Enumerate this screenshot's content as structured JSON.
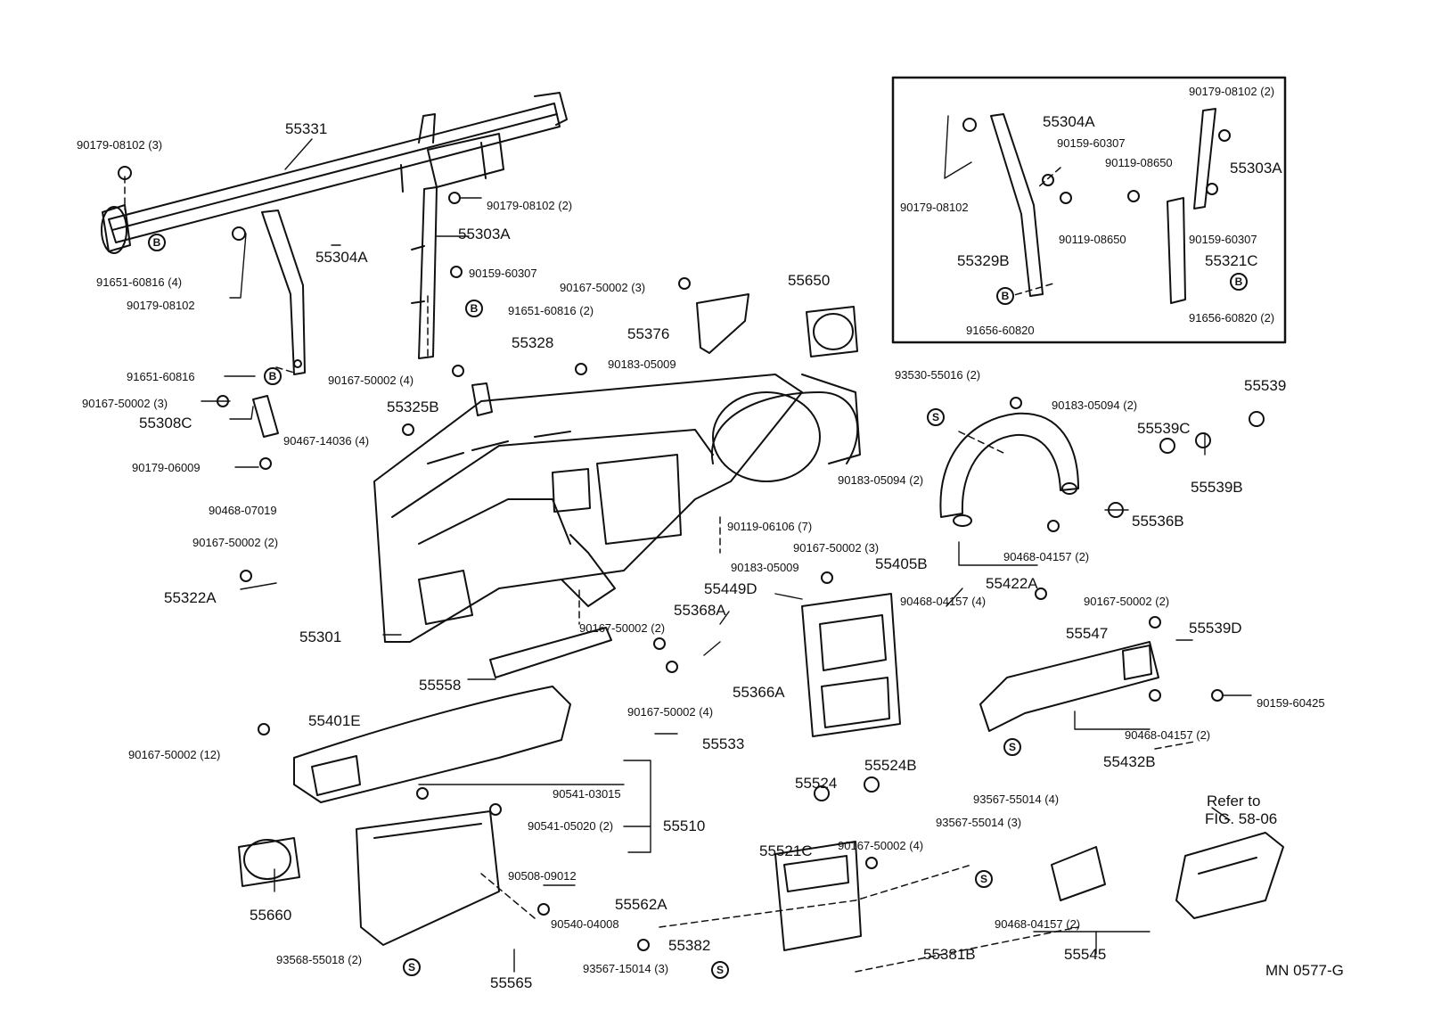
{
  "figure_code": "MN 0577-G",
  "refer_note": [
    "Refer to",
    "FIG. 58-06"
  ],
  "badges": {
    "bolt": "B",
    "screw": "S"
  },
  "colors": {
    "ink": "#111111",
    "background": "#ffffff"
  },
  "labels": {
    "l01": "90179-08102 (3)",
    "l02": "55331",
    "l03": "90179-08102 (2)",
    "l04": "55303A",
    "l05": "55304A",
    "l06": "91651-60816 (4)",
    "l07": "90179-08102",
    "l08": "90159-60307",
    "l09": "90167-50002 (3)",
    "l10": "91651-60816 (2)",
    "l11": "55376",
    "l12": "55650",
    "l13": "55328",
    "l14": "90183-05009",
    "l15": "91651-60816",
    "l16": "90167-50002 (4)",
    "l17": "90167-50002 (3)",
    "l18": "55325B",
    "l19": "55308C",
    "l20": "90467-14036 (4)",
    "l21": "90179-06009",
    "l22": "90468-07019",
    "l23": "90167-50002 (2)",
    "l24": "55322A",
    "l25": "55301",
    "l26": "90119-06106 (7)",
    "l27": "90183-05094 (2)",
    "l28": "90167-50002 (3)",
    "l29": "90183-05009",
    "l30": "55405B",
    "l31": "55449D",
    "l32": "90468-04157 (4)",
    "l33": "55368A",
    "l34": "90167-50002 (2)",
    "l35": "55558",
    "l36": "90167-50002 (4)",
    "l37": "55366A",
    "l38": "55401E",
    "l39": "90167-50002 (12)",
    "l40": "55533",
    "l41": "90541-03015",
    "l42": "90541-05020 (2)",
    "l43": "55510",
    "l44": "55660",
    "l45": "90508-09012",
    "l46": "55562A",
    "l47": "90540-04008",
    "l48": "93568-55018 (2)",
    "l49": "55565",
    "l50": "55524",
    "l51": "55524B",
    "l52": "55521C",
    "l53": "90167-50002 (4)",
    "l54": "93567-55014 (3)",
    "l55": "55382",
    "l56": "93567-15014 (3)",
    "l57": "55381B",
    "l58": "90468-04157 (2)",
    "l59": "55545",
    "l60": "93567-55014 (4)",
    "l61": "55432B",
    "l62": "90468-04157 (2)",
    "l63": "90159-60425",
    "l64": "55539D",
    "l65": "55547",
    "l66": "90167-50002 (2)",
    "l67": "55422A",
    "l68": "90468-04157 (2)",
    "l69": "55536B",
    "l70": "55539B",
    "l71": "55539C",
    "l72": "55539",
    "l73": "93530-55016 (2)",
    "l74": "90183-05094 (2)",
    "l75": "55304A",
    "l76": "90159-60307",
    "l77": "90179-08102 (2)",
    "l78": "55303A",
    "l79": "90119-08650",
    "l80": "90179-08102",
    "l81": "90119-08650",
    "l82": "90159-60307",
    "l83": "55329B",
    "l84": "55321C",
    "l85": "91656-60820",
    "l86": "91656-60820 (2)"
  }
}
